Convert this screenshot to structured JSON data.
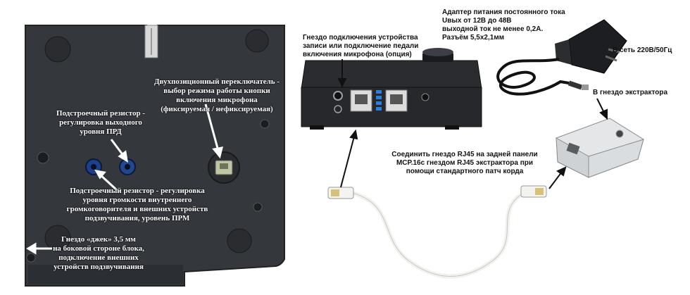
{
  "left_panel": {
    "label_level_prd": "Подстроечный резистор  -\nрегулировка выходного\nуровня ПРД",
    "label_switch": "Двухпозиционный переключатель -\nвыбор режима работы кнопки\nвключения микрофона\n(фиксируемая / нефиксируемая)",
    "label_level_prm": "Подстроечный резистор - регулировка\nуровня громкости внутреннего\nгромкоговорителя  и  внешних устройств\nподзвучивания, уровень ПРМ",
    "label_jack": "Гнездо «джек» 3,5 мм\nна боковой стороне блока,\nподключение внешних\nустройств подзвучивания"
  },
  "right_panel": {
    "label_record_jack": "Гнездо подключения устройства\nзаписи или подключение педали\nвключения микрофона (опция)",
    "label_power_adapter": "Адаптер питания постоянного тока\nUвых от 12В до 48В\nвыходной ток не менее 0,2А.\nРазъём 5,5х2,1мм",
    "label_mains": "В сеть   220В/50Гц",
    "label_extractor_socket": "В гнездо экстрактора",
    "label_rj45": "Соединить гнездо RJ45 на задней панели\nМСР.16с гнездом RJ45 экстрактора при\nпомощи стандартного патч корда"
  },
  "colors": {
    "device_body": "#34373c",
    "device_dark": "#1f2125",
    "extractor": "#e4e6e8",
    "cable": "#f1f1ee",
    "arrow_white": "#ffffff",
    "arrow_black": "#111111"
  }
}
